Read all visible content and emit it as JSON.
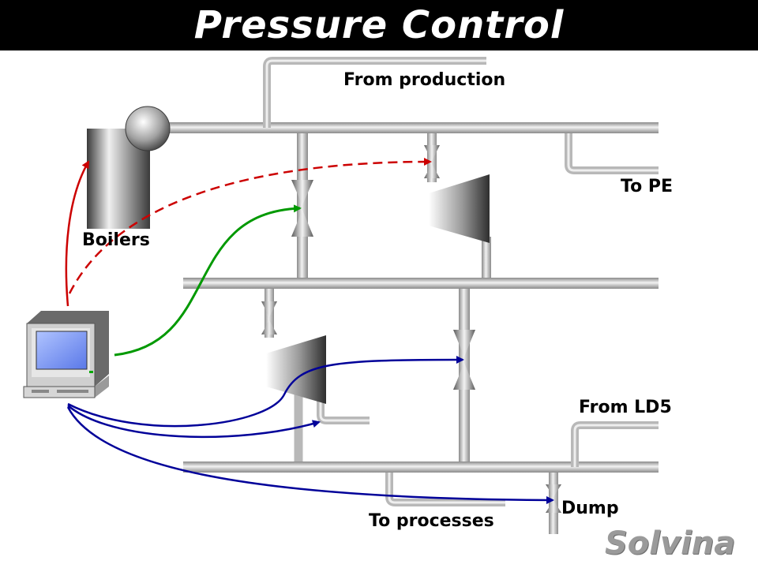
{
  "title": "Pressure Control",
  "labels": {
    "from_production": "From production",
    "to_pe": "To PE",
    "boilers": "Boilers",
    "from_ld5": "From LD5",
    "dump": "Dump",
    "to_processes": "To processes"
  },
  "logo": "Solvina",
  "colors": {
    "pipe": "#c8c8c8",
    "signal_red": "#cc0000",
    "signal_green": "#009900",
    "signal_blue": "#000099",
    "title_bg": "#000000"
  },
  "icons": [
    "boiler",
    "steam-drum",
    "valve",
    "turbine",
    "computer"
  ]
}
